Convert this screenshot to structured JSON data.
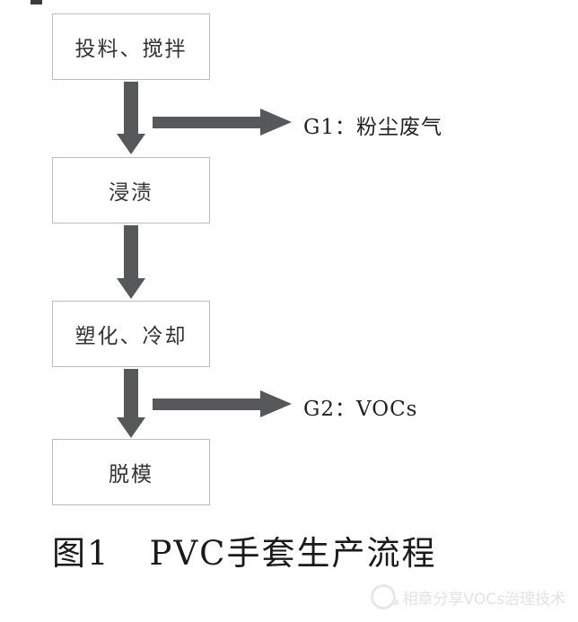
{
  "diagram": {
    "nodes": [
      {
        "id": "feeding",
        "label": "投料、搅拌"
      },
      {
        "id": "dipping",
        "label": "浸渍"
      },
      {
        "id": "plasticizing",
        "label": "塑化、冷却"
      },
      {
        "id": "demolding",
        "label": "脱模"
      }
    ],
    "flow": [
      "投料、搅拌",
      "浸渍",
      "塑化、冷却",
      "脱模"
    ],
    "emissions": [
      {
        "id": "G1",
        "label": "G1：粉尘废气",
        "source": "投料、搅拌"
      },
      {
        "id": "G2",
        "label": "G2：VOCs",
        "source": "塑化、冷却"
      }
    ],
    "caption": {
      "figure": "图1",
      "title": "PVC手套生产流程"
    },
    "colors": {
      "arrow": "#57585a",
      "box_border": "#bbbcbe",
      "box_text": "#333333",
      "label_text": "#222222",
      "caption_text": "#1a1a1a",
      "watermark_text": "#e2e2e2",
      "background": "#ffffff"
    }
  },
  "watermark": {
    "text": "相章分享VOCs治理技术",
    "icon": "wechat-logo-icon"
  }
}
